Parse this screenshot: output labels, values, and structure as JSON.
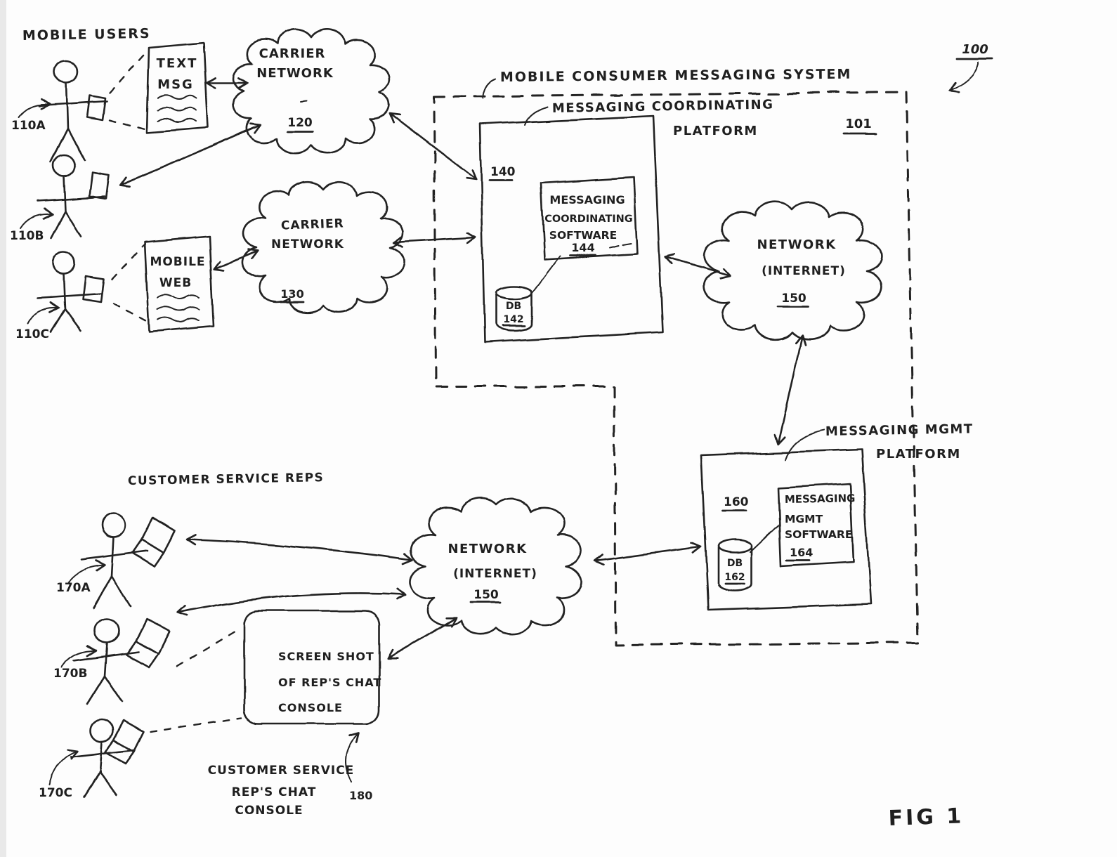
{
  "figure": {
    "label": "FIG 1",
    "ref": "100"
  },
  "system": {
    "title": "MOBILE CONSUMER MESSAGING SYSTEM",
    "ref": "101"
  },
  "mobile_users": {
    "title": "MOBILE USERS",
    "users": [
      {
        "ref": "110A"
      },
      {
        "ref": "110B"
      },
      {
        "ref": "110C"
      }
    ]
  },
  "docs": {
    "text_msg": {
      "line1": "TEXT",
      "line2": "MSG"
    },
    "mobile_web": {
      "line1": "MOBILE",
      "line2": "WEB"
    }
  },
  "clouds": {
    "carrier_120": {
      "line1": "CARRIER",
      "line2": "NETWORK",
      "ref": "120"
    },
    "carrier_130": {
      "line1": "CARRIER",
      "line2": "NETWORK",
      "ref": "130"
    },
    "internet_right": {
      "line1": "NETWORK",
      "line2": "(INTERNET)",
      "ref": "150"
    },
    "internet_bottom": {
      "line1": "NETWORK",
      "line2": "(INTERNET)",
      "ref": "150"
    }
  },
  "coordinating_platform": {
    "title_line1": "MESSAGING COORDINATING",
    "title_line2": "PLATFORM",
    "ref": "140",
    "software": {
      "line1": "MESSAGING",
      "line2": "COORDINATING",
      "line3": "SOFTWARE",
      "ref": "144"
    },
    "db": {
      "label": "DB",
      "ref": "142"
    }
  },
  "mgmt_platform": {
    "title_line1": "MESSAGING MGMT",
    "title_line2": "PLATFORM",
    "ref": "160",
    "software": {
      "line1": "MESSAGING",
      "line2": "MGMT",
      "line3": "SOFTWARE",
      "ref": "164"
    },
    "db": {
      "label": "DB",
      "ref": "162"
    }
  },
  "customer_service": {
    "title": "CUSTOMER SERVICE REPS",
    "reps": [
      {
        "ref": "170A"
      },
      {
        "ref": "170B"
      },
      {
        "ref": "170C"
      }
    ]
  },
  "console_screen": {
    "line1": "SCREEN SHOT",
    "line2": "OF REP'S CHAT",
    "line3": "CONSOLE"
  },
  "console_label": {
    "line1": "CUSTOMER SERVICE",
    "line2": "REP'S CHAT",
    "line3": "CONSOLE",
    "ref": "180"
  },
  "ink_color": "#222222"
}
